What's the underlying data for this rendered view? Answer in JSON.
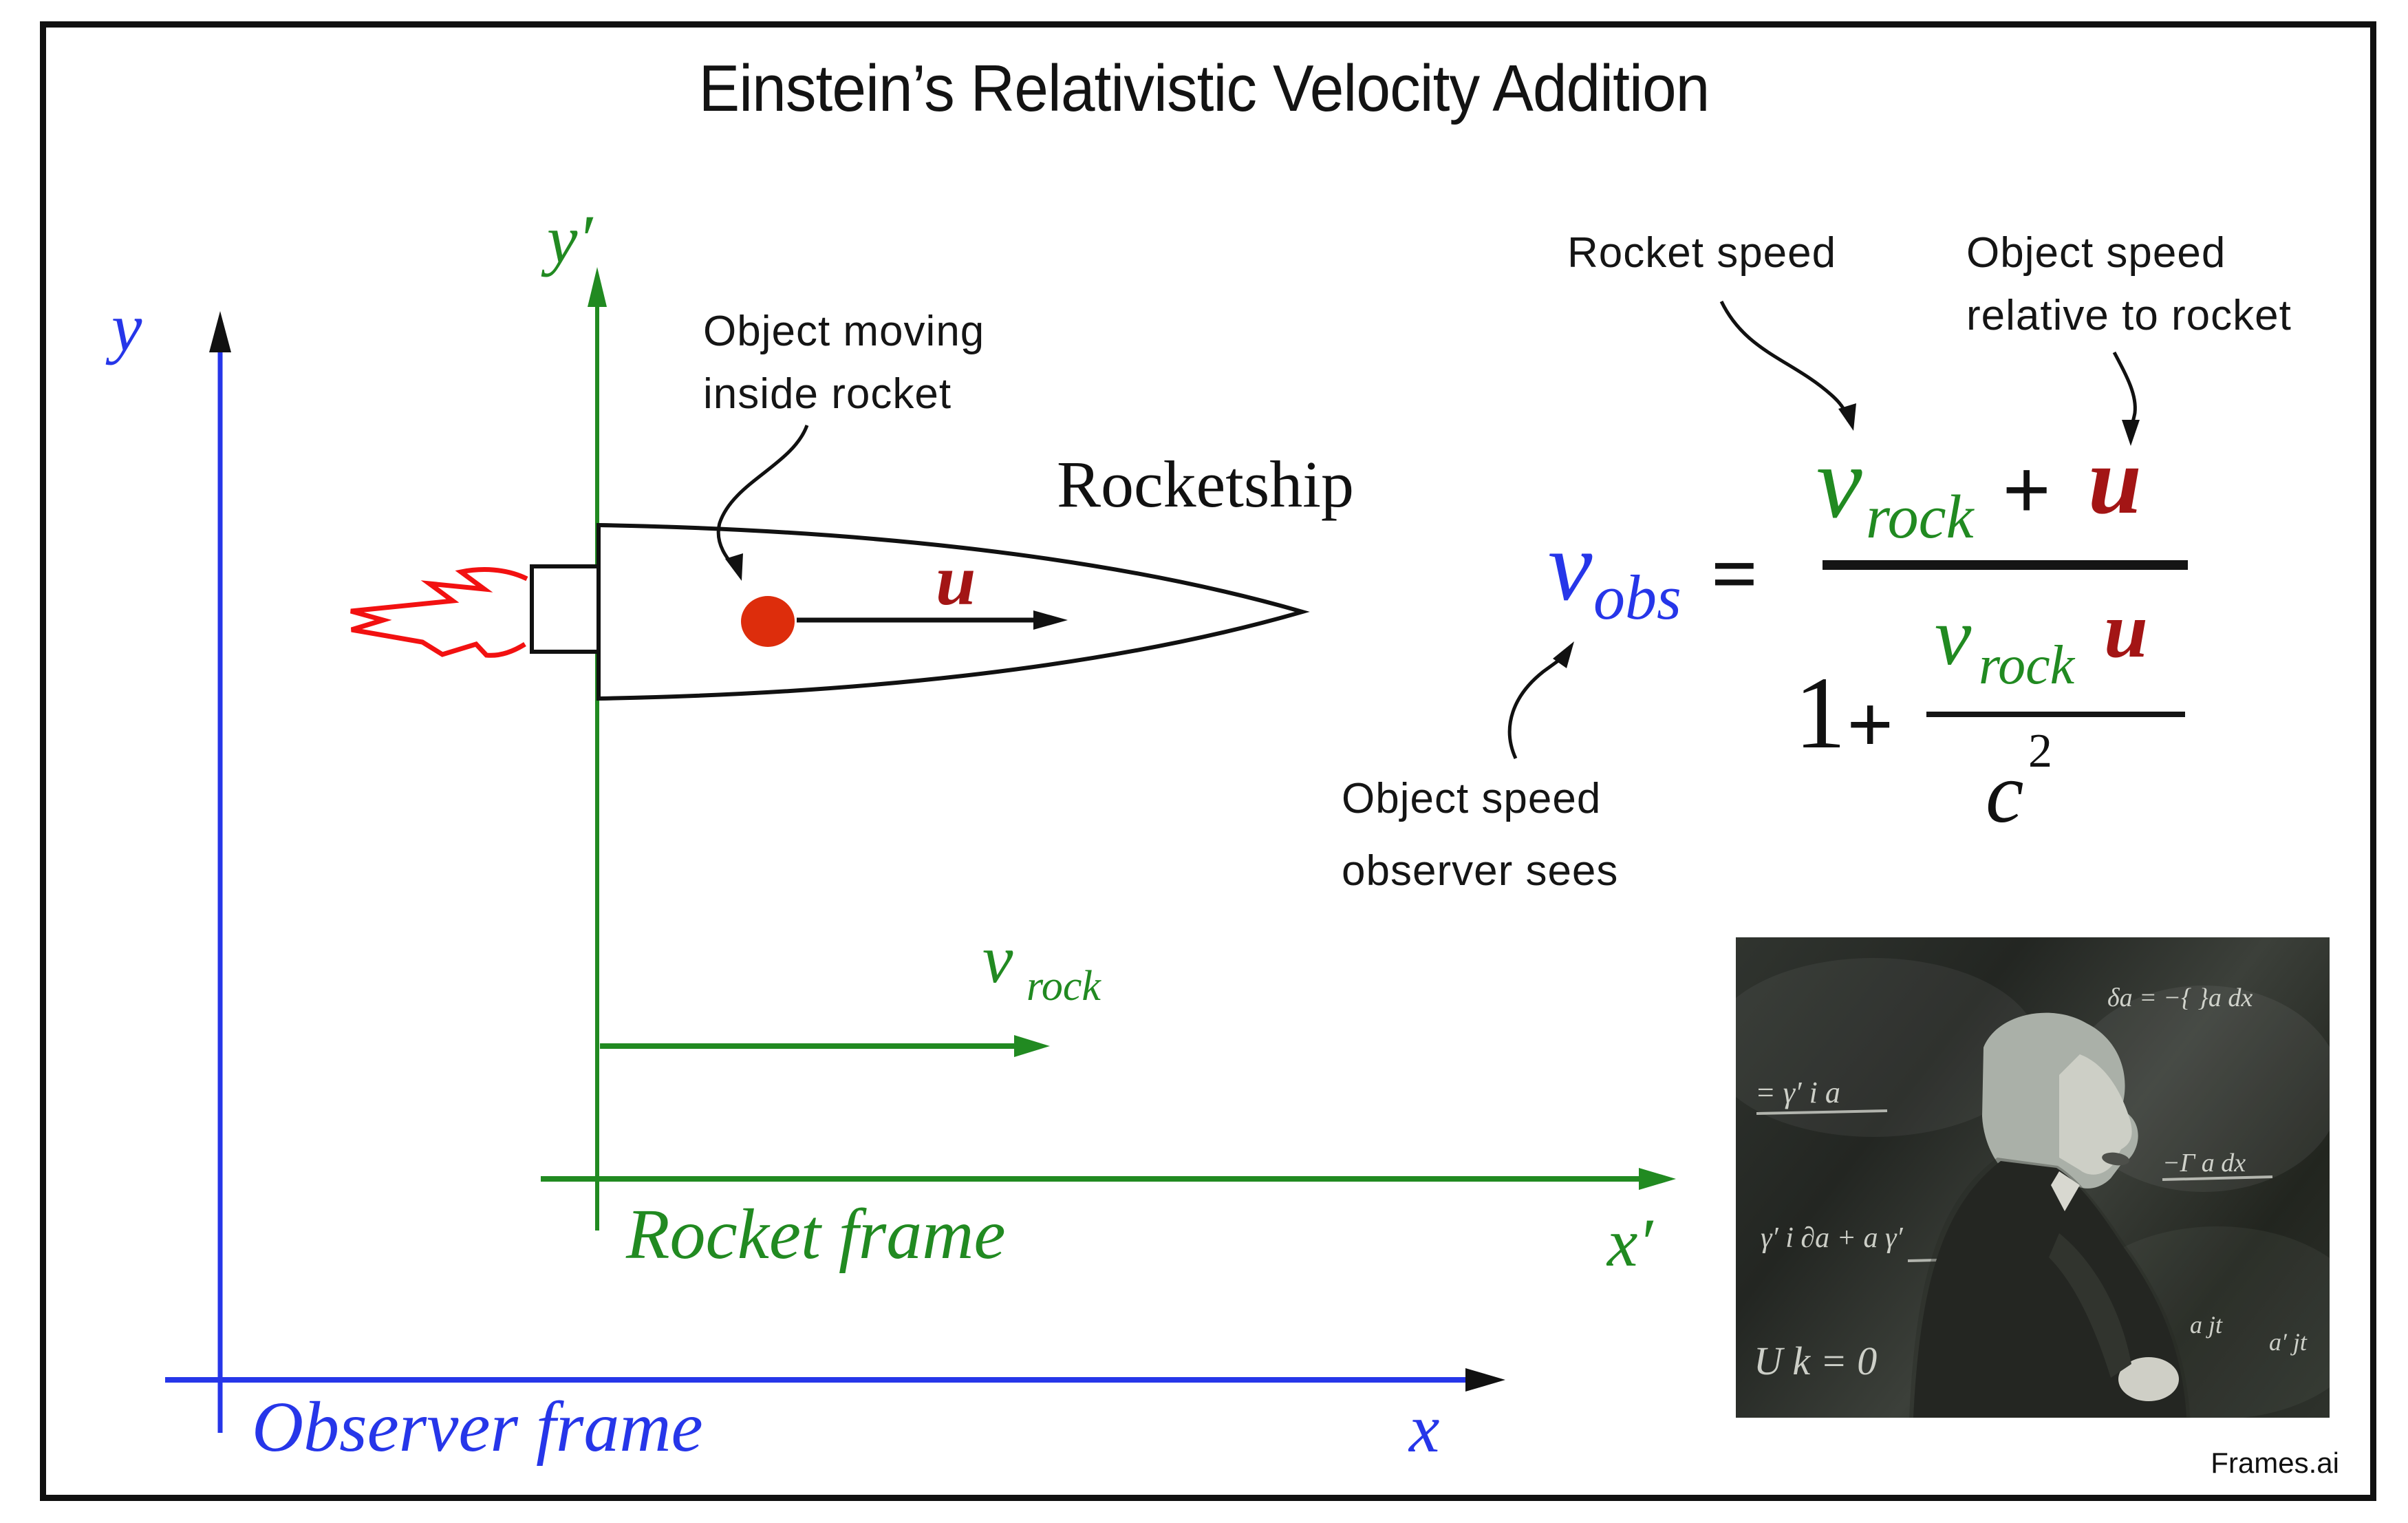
{
  "title": "Einstein’s Relativistic Velocity Addition",
  "watermark": "Frames.ai",
  "colors": {
    "observer_blue": "#2636e9",
    "rocket_green": "#218a21",
    "object_dark_red": "#a31515",
    "flame_red": "#f21111",
    "dot_red": "#dd2d0c"
  },
  "observer_frame": {
    "label": "Observer frame",
    "x_axis": "x",
    "y_axis": "y"
  },
  "rocket_frame": {
    "label": "Rocket frame",
    "x_axis": "x′",
    "y_axis": "y′",
    "velocity_main": "v",
    "velocity_sub": "rock"
  },
  "rocket": {
    "caption": "Rocketship",
    "object_note": [
      "Object moving",
      "inside rocket"
    ],
    "object_speed_symbol": "u"
  },
  "annotations": {
    "rocket_speed": "Rocket speed",
    "object_speed_relative": [
      "Object speed",
      "relative to rocket"
    ],
    "object_speed_observer": [
      "Object speed",
      "observer sees"
    ]
  },
  "formula": {
    "lhs_main": "v",
    "lhs_sub": "obs",
    "equals": "=",
    "num_v": "v",
    "num_v_sub": "rock",
    "num_plus": "+",
    "num_u": "u",
    "den_one": "1",
    "den_plus": "+",
    "nest_v": "v",
    "nest_v_sub": "rock",
    "nest_u": "u",
    "den_c": "c",
    "den_c_exp": "2"
  },
  "photo": {
    "chalk": [
      "δa = −{ }a dx",
      "= γ′ i a",
      "γ′ i ∂a + a γ′",
      "U k = 0",
      "−Γ a dx",
      "a jt",
      "a′ jt"
    ]
  }
}
